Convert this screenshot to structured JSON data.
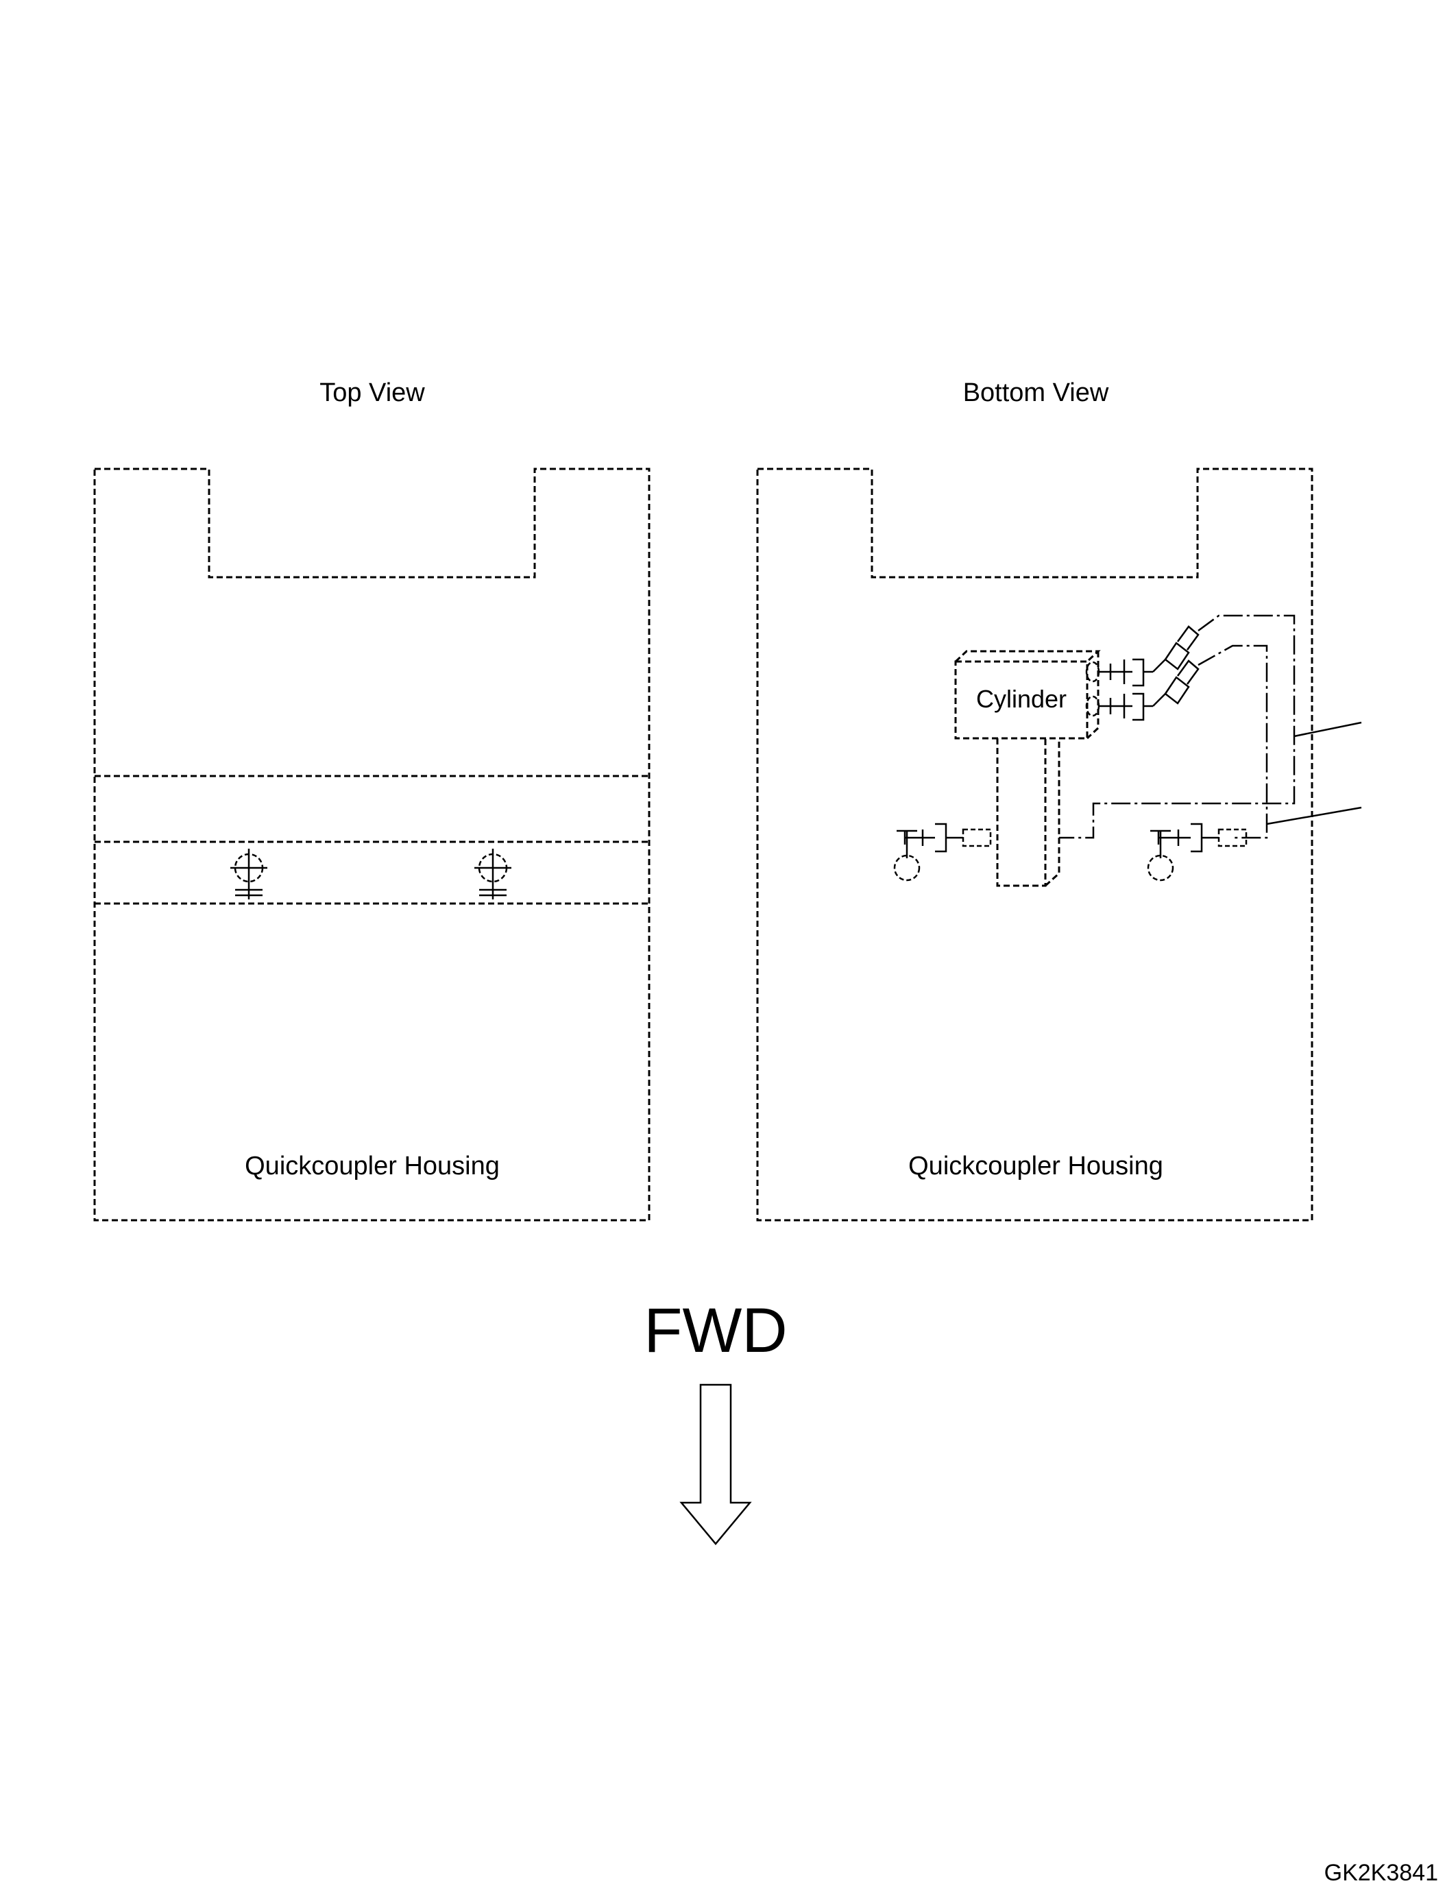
{
  "views": {
    "top": {
      "title": "Top View",
      "housing_label": "Quickcoupler Housing"
    },
    "bottom": {
      "title": "Bottom View",
      "housing_label": "Quickcoupler Housing",
      "cylinder_label": "Cylinder"
    }
  },
  "direction": {
    "label": "FWD"
  },
  "figure_id": "GK2K3841",
  "icons": {
    "arrow": "down-arrow-icon"
  }
}
